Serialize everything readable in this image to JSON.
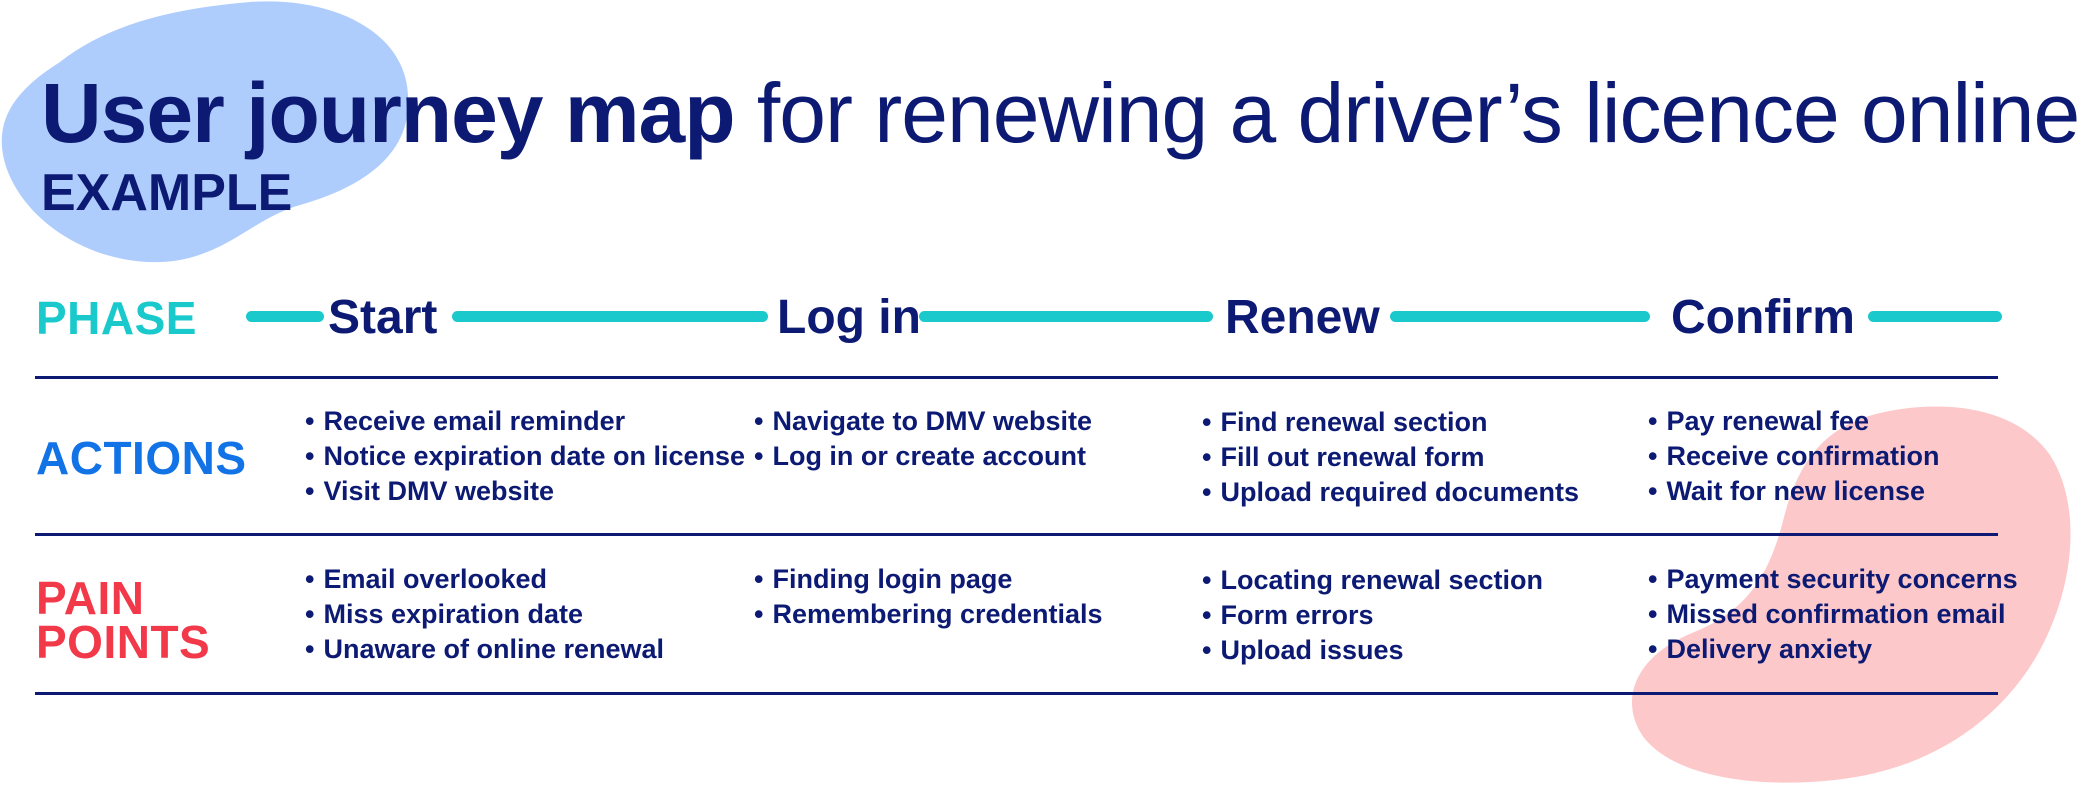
{
  "title": {
    "bold": "User journey map",
    "light": "for renewing a driver’s licence online",
    "subtitle": "EXAMPLE"
  },
  "rows": {
    "phase_label": "PHASE",
    "actions_label": "ACTIONS",
    "pain_line1": "PAIN",
    "pain_line2": "POINTS"
  },
  "phases": [
    {
      "name": "Start",
      "actions": [
        "Receive email reminder",
        "Notice expiration date on license",
        "Visit DMV website"
      ],
      "pain_points": [
        "Email overlooked",
        "Miss expiration date",
        "Unaware of online renewal"
      ]
    },
    {
      "name": "Log in",
      "actions": [
        "Navigate to DMV website",
        "Log in or create account"
      ],
      "pain_points": [
        "Finding login page",
        "Remembering credentials"
      ]
    },
    {
      "name": "Renew",
      "actions": [
        "Find renewal section",
        "Fill out renewal form",
        "Upload required documents"
      ],
      "pain_points": [
        "Locating renewal section",
        "Form errors",
        "Upload issues"
      ]
    },
    {
      "name": "Confirm",
      "actions": [
        "Pay renewal fee",
        "Receive confirmation",
        "Wait for new license"
      ],
      "pain_points": [
        "Payment security concerns",
        "Missed confirmation email",
        "Delivery anxiety"
      ]
    }
  ],
  "colors": {
    "navy": "#0c1a73",
    "teal": "#19c9cc",
    "blue": "#1273e6",
    "red": "#f2394a",
    "blob_blue": "#aecdfd",
    "blob_pink": "#fdc8ca"
  }
}
